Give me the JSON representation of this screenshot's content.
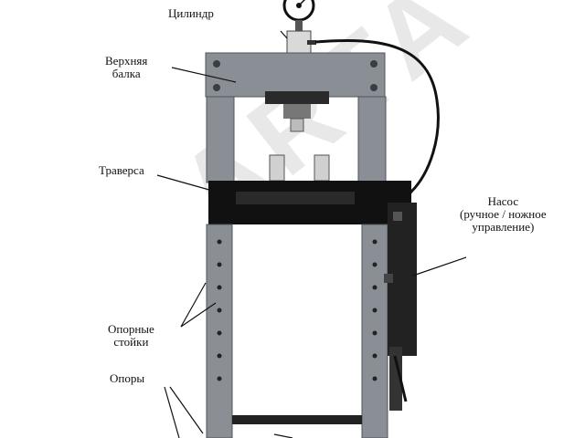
{
  "watermark": "ARTA",
  "labels": {
    "cylinder": "Цилиндр",
    "top_beam_line1": "Верхняя",
    "top_beam_line2": "балка",
    "traverse": "Траверса",
    "pump_line1": "Насос",
    "pump_line2": "(ручное / ножное",
    "pump_line3": "управление)",
    "posts_line1": "Опорные",
    "posts_line2": "стойки",
    "supports": "Опоры"
  },
  "colors": {
    "frame": "#8a8f96",
    "frame_dark": "#5b6067",
    "traverse": "#111111",
    "pump": "#222222",
    "line": "#111111",
    "watermark": "#e6e6e6"
  }
}
